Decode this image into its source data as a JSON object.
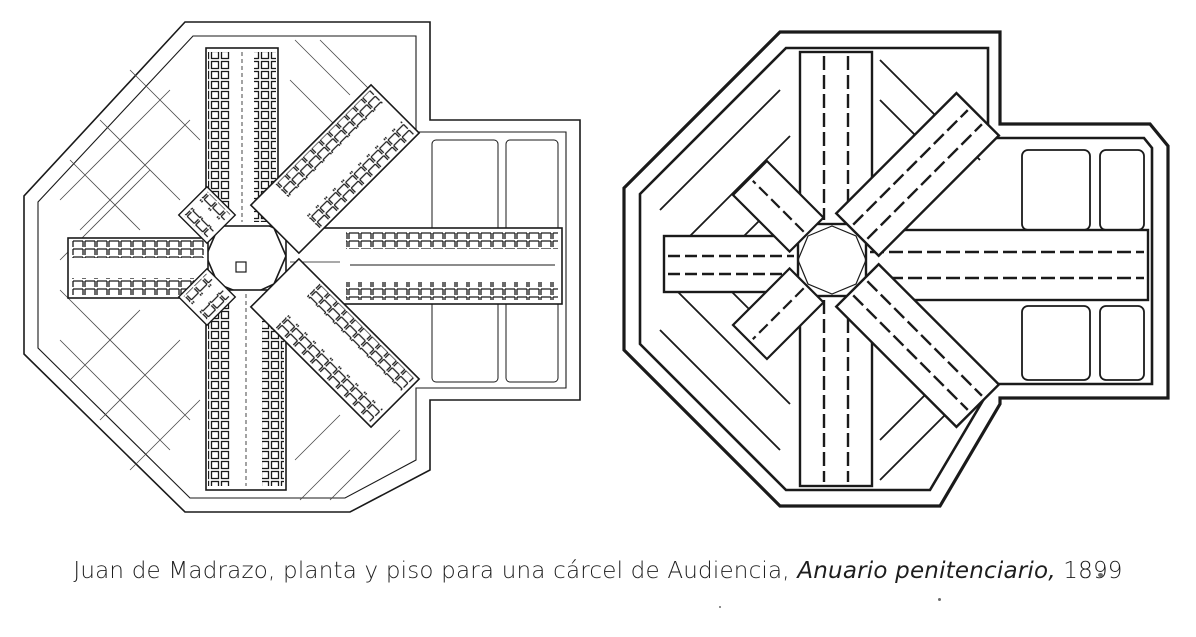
{
  "caption": {
    "author": "Juan de Madrazo, planta y piso para una cárcel de Audiencia,",
    "publication": "Anuario penitenciario,",
    "year": "1899"
  },
  "plans": [
    {
      "name": "planta",
      "description_icon": "octagonal-radial-prison-plan-icon"
    },
    {
      "name": "piso",
      "description_icon": "octagonal-radial-prison-plan-icon"
    }
  ],
  "colors": {
    "ink": "#1a1a1a",
    "paper": "#ffffff"
  }
}
